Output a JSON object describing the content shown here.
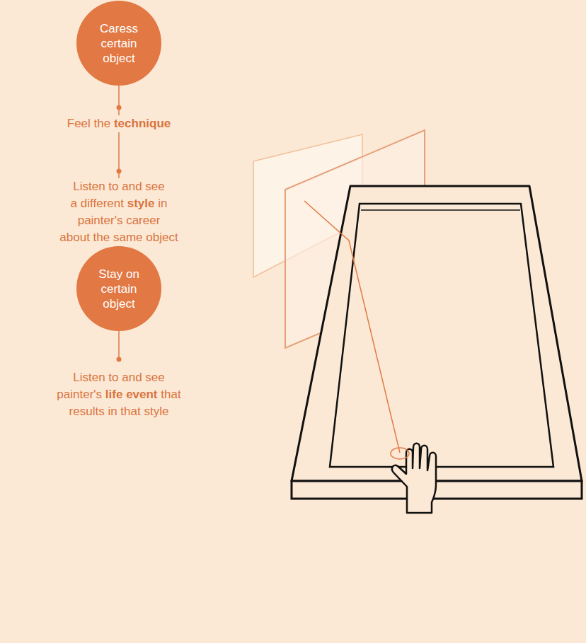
{
  "diagram": {
    "nodes": [
      {
        "text": [
          "Caress certain object"
        ]
      },
      {
        "text": [
          "Stay on certain object"
        ]
      }
    ],
    "edges": [
      {
        "from": 0,
        "to": 1,
        "arrow": "none"
      }
    ],
    "labels": [
      "Feel the technique",
      "Listen to and see a different style in painter's career about the same object",
      "Listen to and see painter's life event that results in that style"
    ]
  }
}
